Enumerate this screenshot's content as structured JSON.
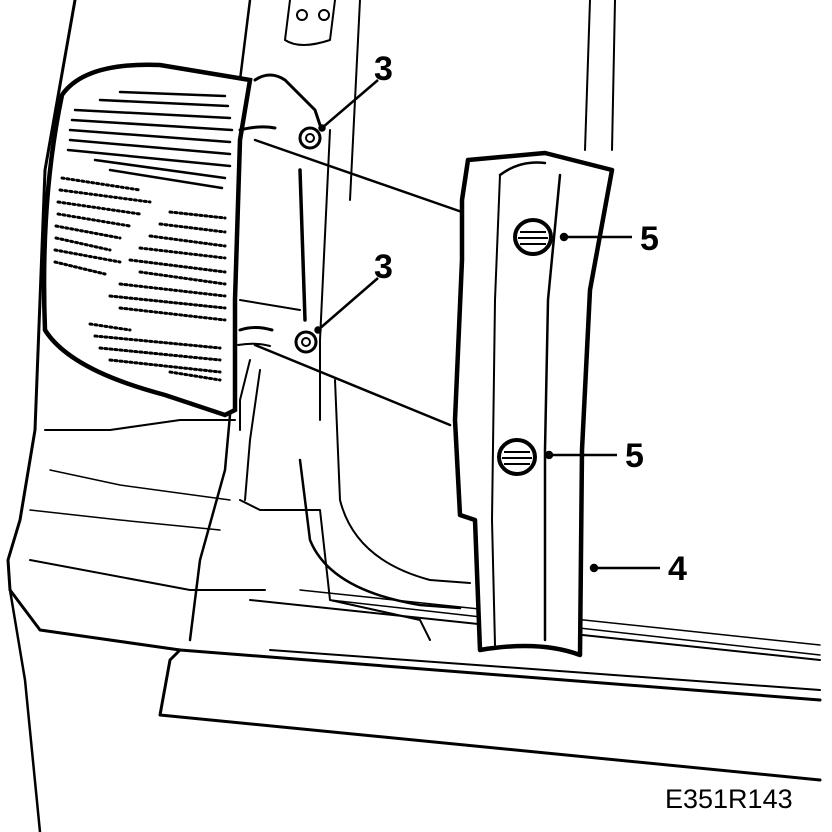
{
  "figure": {
    "code": "E351R143",
    "callouts": {
      "upper_clip": "3",
      "lower_clip": "3",
      "upper_fastener": "5",
      "lower_fastener": "5",
      "trim_panel": "4"
    }
  },
  "colors": {
    "ink": "#000000",
    "paper": "#ffffff",
    "shade": "#e6e6e6"
  }
}
